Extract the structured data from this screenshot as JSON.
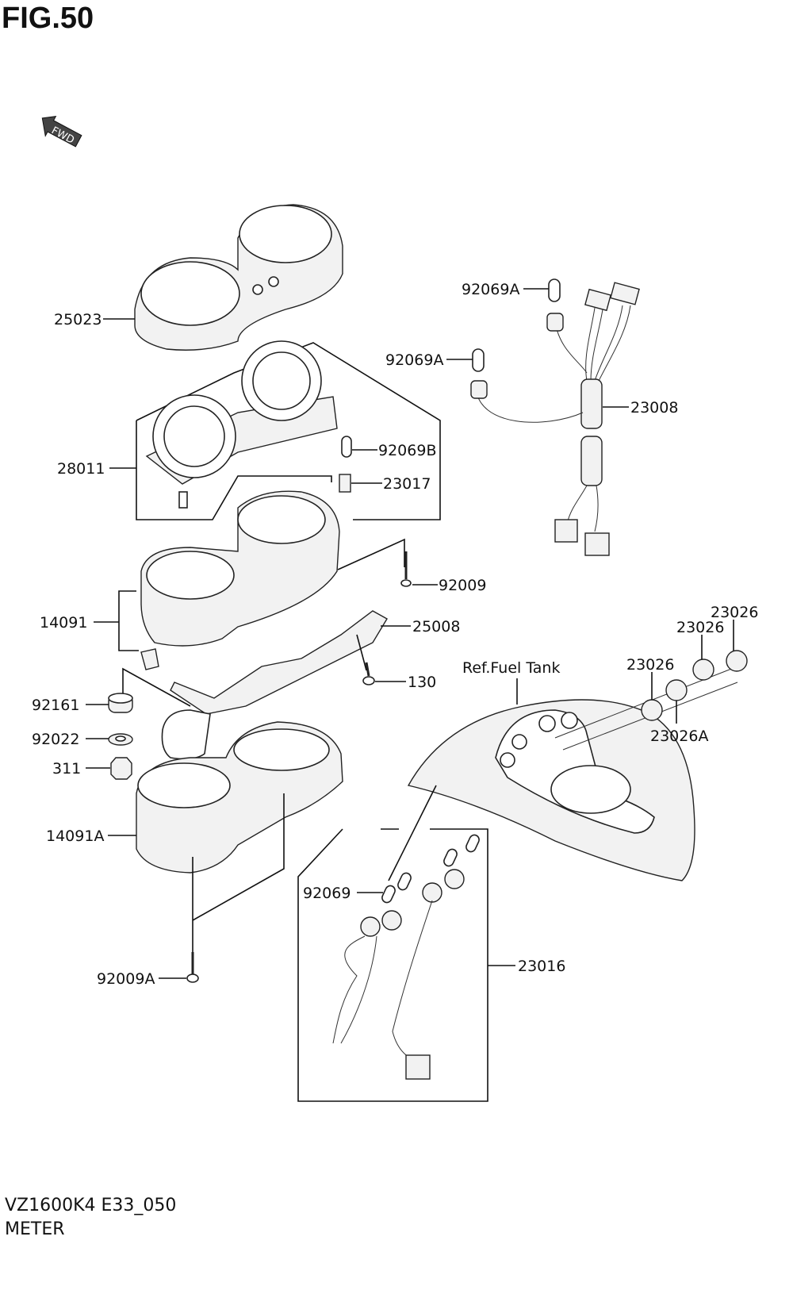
{
  "figure": {
    "title": "FIG.50",
    "fwd_label": "FWD",
    "model_code": "VZ1600K4 E33_050",
    "section_name": "METER"
  },
  "parts": [
    {
      "id": "25023",
      "label": "25023"
    },
    {
      "id": "28011",
      "label": "28011"
    },
    {
      "id": "92069B",
      "label": "92069B"
    },
    {
      "id": "23017",
      "label": "23017"
    },
    {
      "id": "92009",
      "label": "92009"
    },
    {
      "id": "14091",
      "label": "14091"
    },
    {
      "id": "25008",
      "label": "25008"
    },
    {
      "id": "130",
      "label": "130"
    },
    {
      "id": "92161",
      "label": "92161"
    },
    {
      "id": "92022",
      "label": "92022"
    },
    {
      "id": "311",
      "label": "311"
    },
    {
      "id": "14091A",
      "label": "14091A"
    },
    {
      "id": "92009A",
      "label": "92009A"
    },
    {
      "id": "92069A_1",
      "label": "92069A"
    },
    {
      "id": "92069A_2",
      "label": "92069A"
    },
    {
      "id": "23008",
      "label": "23008"
    },
    {
      "id": "23026_1",
      "label": "23026"
    },
    {
      "id": "23026_2",
      "label": "23026"
    },
    {
      "id": "23026_3",
      "label": "23026"
    },
    {
      "id": "23026A",
      "label": "23026A"
    },
    {
      "id": "ref_fuel_tank",
      "label": "Ref.Fuel Tank"
    },
    {
      "id": "92069",
      "label": "92069"
    },
    {
      "id": "23016",
      "label": "23016"
    }
  ]
}
